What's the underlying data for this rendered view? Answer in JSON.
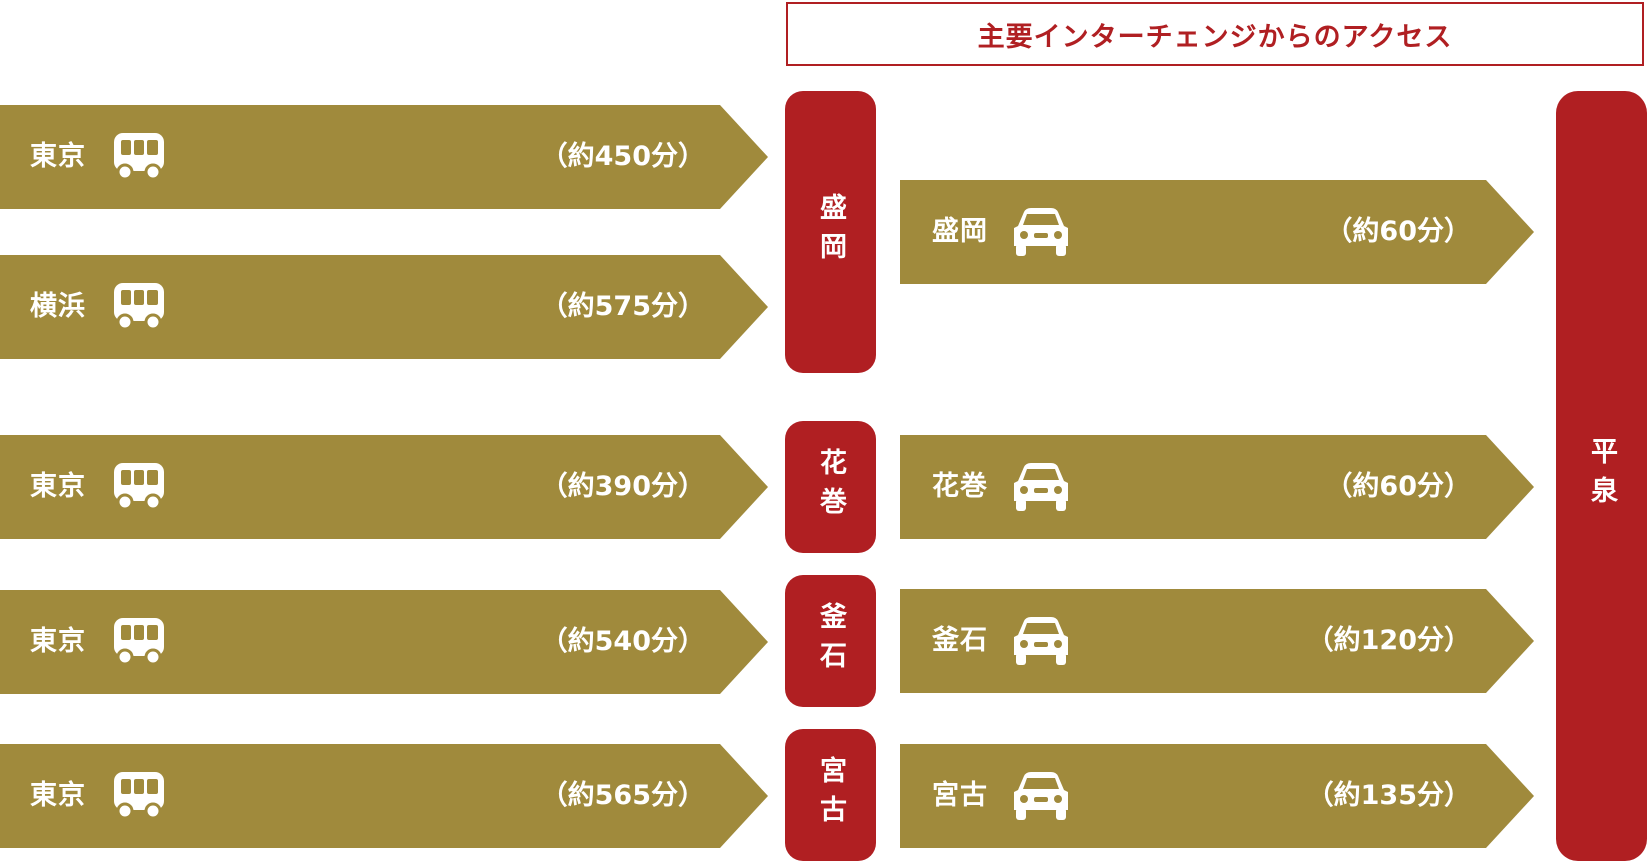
{
  "header": {
    "title": "主要インターチェンジからのアクセス"
  },
  "destination": {
    "label": "平泉"
  },
  "stations": [
    {
      "label": "盛岡"
    },
    {
      "label": "花巻"
    },
    {
      "label": "釜石"
    },
    {
      "label": "宮古"
    }
  ],
  "bus_routes": [
    {
      "origin": "東京",
      "time": "（約450分）",
      "icon": "bus-icon"
    },
    {
      "origin": "横浜",
      "time": "（約575分）",
      "icon": "bus-icon"
    },
    {
      "origin": "東京",
      "time": "（約390分）",
      "icon": "bus-icon"
    },
    {
      "origin": "東京",
      "time": "（約540分）",
      "icon": "bus-icon"
    },
    {
      "origin": "東京",
      "time": "（約565分）",
      "icon": "bus-icon"
    }
  ],
  "car_routes": [
    {
      "origin": "盛岡",
      "time": "（約60分）",
      "icon": "car-icon"
    },
    {
      "origin": "花巻",
      "time": "（約60分）",
      "icon": "car-icon"
    },
    {
      "origin": "釜石",
      "time": "（約120分）",
      "icon": "car-icon"
    },
    {
      "origin": "宮古",
      "time": "（約135分）",
      "icon": "car-icon"
    }
  ],
  "colors": {
    "arrow": "#a08a3c",
    "station": "#b01f22",
    "text_on_color": "#ffffff"
  }
}
